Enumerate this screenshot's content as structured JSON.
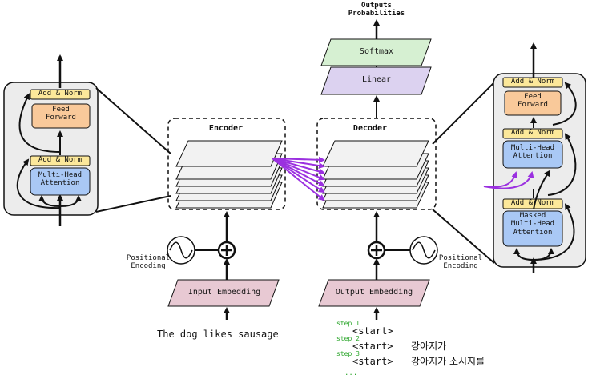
{
  "top_output": {
    "line1": "Outputs",
    "line2": "Probabilities"
  },
  "softmax_label": "Softmax",
  "linear_label": "Linear",
  "encoder": {
    "title": "Encoder"
  },
  "decoder": {
    "title": "Decoder"
  },
  "left_block": {
    "add_norm_top": "Add & Norm",
    "ffn_line1": "Feed",
    "ffn_line2": "Forward",
    "add_norm_bottom": "Add & Norm",
    "mha_line1": "Multi-Head",
    "mha_line2": "Attention"
  },
  "right_block": {
    "add_norm_1": "Add & Norm",
    "ffn_line1": "Feed",
    "ffn_line2": "Forward",
    "add_norm_2": "Add & Norm",
    "mha_line1": "Multi-Head",
    "mha_line2": "Attention",
    "add_norm_3": "Add & Norm",
    "masked_line1": "Masked",
    "masked_line2": "Multi-Head",
    "masked_line3": "Attention"
  },
  "pos_enc_left": {
    "line1": "Positional",
    "line2": "Encoding"
  },
  "pos_enc_right": {
    "line1": "Positional",
    "line2": "Encoding"
  },
  "input_embedding": "Input Embedding",
  "output_embedding": "Output Embedding",
  "input_sentence": "The  dog  likes  sausage",
  "steps": [
    {
      "label": "step 1",
      "tokens": "<start>",
      "korean": ""
    },
    {
      "label": "step 2",
      "tokens": "<start>",
      "korean": "강아지가"
    },
    {
      "label": "step 3",
      "tokens": "<start>",
      "korean": "강아지가   소시지를"
    }
  ],
  "ellipsis": "...",
  "colors": {
    "add_norm": "#fce89a",
    "ffn": "#f9c99a",
    "mha": "#a9c8f5",
    "softmax": "#d6f0d2",
    "linear": "#dcd2f0",
    "embedding": "#e8c9d3",
    "panel": "#ececec",
    "cross_attention": "#9b30e0"
  }
}
